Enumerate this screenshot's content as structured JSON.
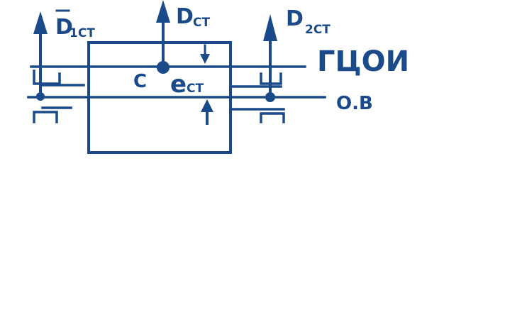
{
  "labels": {
    "d1": "D",
    "d1_sub": "1СТ",
    "d_main": "D",
    "d_main_sub": "СТ",
    "d2": "D",
    "d2_sub": "2СТ",
    "gcoi": "ГЦОИ",
    "ov": "О.В",
    "c": "С",
    "e": "е",
    "e_sub": "СТ"
  },
  "colors": {
    "stroke": "#1a4a8a",
    "background": "#ffffff"
  }
}
